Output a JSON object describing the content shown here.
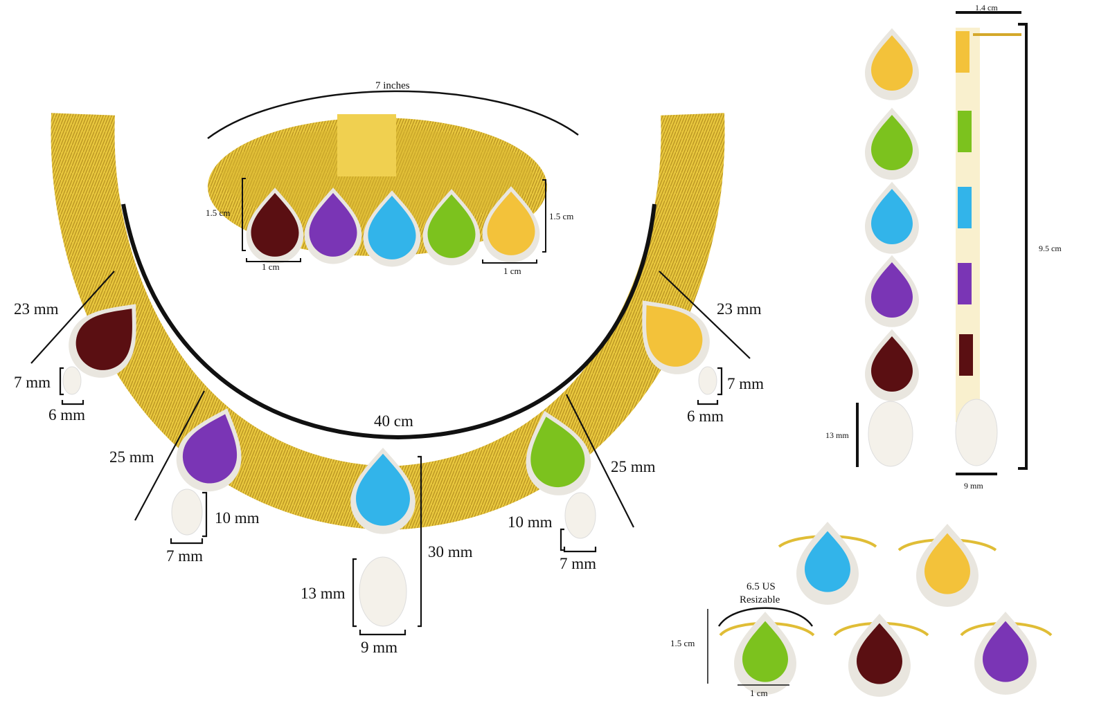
{
  "colors": {
    "gold": "#e6c43a",
    "gold_dark": "#b8952a",
    "garnet": "#5a0f12",
    "amethyst": "#7a35b5",
    "blue_topaz": "#32b4ea",
    "peridot": "#7cc21e",
    "citrine": "#f3c23a",
    "pearl": "#f4f1ea",
    "diamond_halo": "#e9e6df"
  },
  "bracelet": {
    "length": "7 inches",
    "height_left": "1.5 cm",
    "height_right": "1.5 cm",
    "gem_width_left": "1 cm",
    "gem_width_right": "1 cm"
  },
  "necklace": {
    "length": "40 cm",
    "left_outer_gem": "23 mm",
    "left_outer_drop_h": "7 mm",
    "left_outer_drop_w": "6 mm",
    "right_outer_gem": "23 mm",
    "right_outer_drop_h": "7 mm",
    "right_outer_drop_w": "6 mm",
    "left_inner_gem": "25 mm",
    "left_inner_drop_h": "10 mm",
    "left_inner_drop_w": "7 mm",
    "right_inner_gem": "25 mm",
    "right_inner_drop_h": "10 mm",
    "right_inner_drop_w": "7 mm",
    "center_total": "30 mm",
    "center_drop_h": "13 mm",
    "center_drop_w": "9 mm"
  },
  "earrings": {
    "width": "1.4 cm",
    "length": "9.5 cm",
    "pearl_height": "13 mm",
    "pearl_width": "9 mm"
  },
  "rings": {
    "size": "6.5 US",
    "size_note": "Resizable",
    "height": "1.5 cm",
    "width": "1 cm"
  }
}
